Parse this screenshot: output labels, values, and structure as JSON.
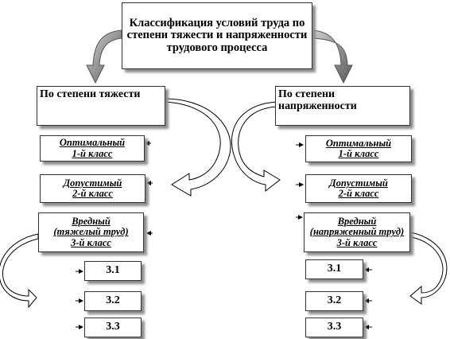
{
  "title": "Классификация условий труда по степени тяжести и напряженности трудового процесса",
  "left": {
    "heading": "По степени тяжести",
    "classes": [
      {
        "line1": "Оптимальный",
        "line2": "1-й класс"
      },
      {
        "line1": "Допустимый",
        "line2": "2-й класс"
      },
      {
        "line1": "Вредный",
        "line2": "(тяжелый труд)",
        "line3": "3-й класс"
      }
    ],
    "subclasses": [
      "3.1",
      "3.2",
      "3.3"
    ]
  },
  "right": {
    "heading": "По степени напряженности",
    "classes": [
      {
        "line1": "Оптимальный",
        "line2": "1-й класс"
      },
      {
        "line1": "Допустимый",
        "line2": "2-й класс"
      },
      {
        "line1": "Вредный",
        "line2": "(напряженный труд)",
        "line3": "3-й класс"
      }
    ],
    "subclasses": [
      "3.1",
      "3.2",
      "3.3"
    ]
  }
}
